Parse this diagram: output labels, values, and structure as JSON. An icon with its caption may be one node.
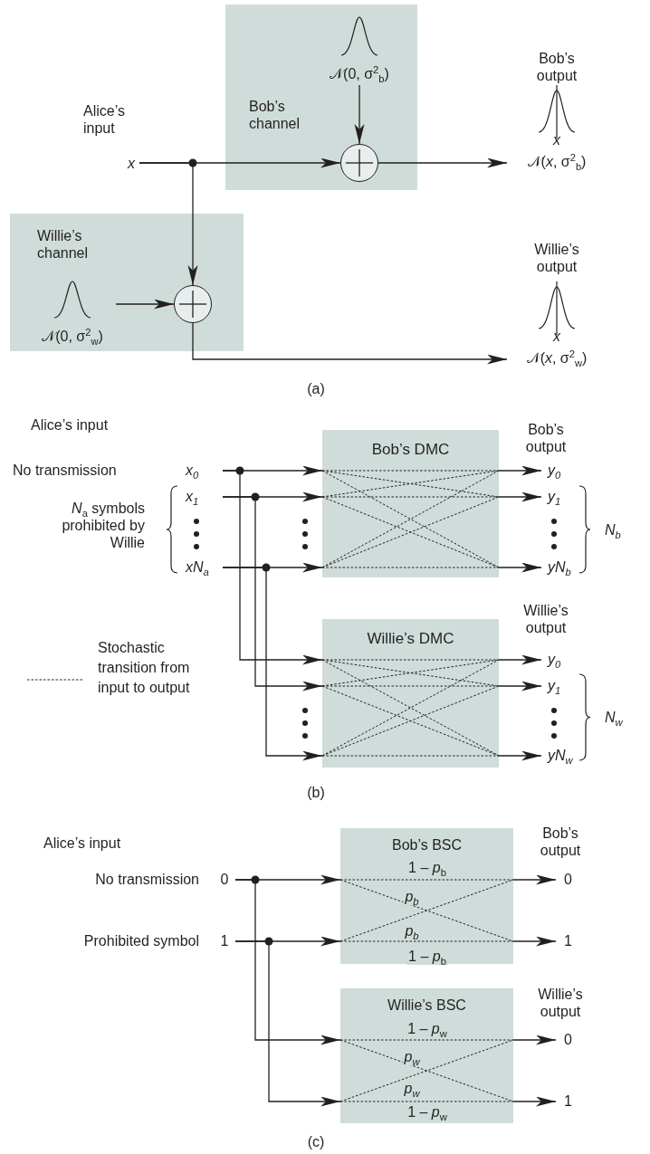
{
  "diagram": {
    "nodes": [
      {
        "text": [
          "Bob’s channel"
        ]
      },
      {
        "text": [
          "𝒩(0, σ$^{2}$$_{b}$)"
        ],
        "in": 0
      },
      {
        "text": [],
        "shape": "circle",
        "in": 0
      },
      {
        "text": [
          "x"
        ]
      },
      {
        "text": [
          "Bob’s output",
          "x",
          "𝒩(*x*, σ$^{2}$$_{b}$)"
        ]
      },
      {
        "text": [
          "Willie’s channel"
        ]
      },
      {
        "text": [
          "𝒩(0, σ$^{2}$$_{w}$)"
        ],
        "in": 5
      },
      {
        "text": [],
        "shape": "circle",
        "in": 5
      },
      {
        "text": [
          "Willie’s output",
          "x",
          "𝒩(*x*, σ$^{2}$$_{w}$)"
        ]
      },
      {
        "text": [
          "Bob’s DMC"
        ]
      },
      {
        "text": [
          "x$_{0}$"
        ]
      },
      {
        "text": [
          "x$_{1}$"
        ]
      },
      {
        "text": [
          "xN$_{a}$"
        ]
      },
      {
        "text": [
          "y$_{0}$"
        ]
      },
      {
        "text": [
          "y$_{1}$"
        ]
      },
      {
        "text": [
          "yN$_{b}$"
        ]
      },
      {
        "text": [
          "Willie’s DMC"
        ]
      },
      {
        "text": [
          "y$_{0}$"
        ]
      },
      {
        "text": [
          "y$_{1}$"
        ]
      },
      {
        "text": [
          "yN$_{w}$"
        ]
      },
      {
        "text": [
          "Bob’s BSC"
        ]
      },
      {
        "text": [
          "0"
        ],
        "beside": [
          "No transmission"
        ]
      },
      {
        "text": [
          "1"
        ],
        "beside": [
          "Prohibited symbol"
        ]
      },
      {
        "text": [
          "0"
        ]
      },
      {
        "text": [
          "1"
        ]
      },
      {
        "text": [
          "Willie’s BSC"
        ]
      },
      {
        "text": [
          "0"
        ]
      },
      {
        "text": [
          "1"
        ]
      }
    ],
    "edges": [
      {
        "from": 1,
        "to": 2,
        "arrow": "to"
      },
      {
        "from": 3,
        "to": 2,
        "arrow": "to"
      },
      {
        "from": 3,
        "to": 7,
        "arrow": "to"
      },
      {
        "from": 6,
        "to": 7,
        "arrow": "to"
      },
      {
        "from": 2,
        "to": 4,
        "arrow": "to"
      },
      {
        "from": 7,
        "to": 8,
        "arrow": "to"
      },
      {
        "from": 10,
        "to": 9,
        "arrow": "to"
      },
      {
        "from": 11,
        "to": 9,
        "arrow": "to"
      },
      {
        "from": 12,
        "to": 9,
        "arrow": "to"
      },
      {
        "from": 10,
        "to": 16,
        "arrow": "to"
      },
      {
        "from": 11,
        "to": 16,
        "arrow": "to"
      },
      {
        "from": 12,
        "to": 16,
        "arrow": "to"
      },
      {
        "from": 9,
        "to": 13,
        "arrow": "to"
      },
      {
        "from": 9,
        "to": 14,
        "arrow": "to"
      },
      {
        "from": 9,
        "to": 15,
        "arrow": "to"
      },
      {
        "from": 16,
        "to": 17,
        "arrow": "to"
      },
      {
        "from": 16,
        "to": 18,
        "arrow": "to"
      },
      {
        "from": 16,
        "to": 19,
        "arrow": "to"
      },
      {
        "from": 21,
        "to": 20,
        "arrow": "to"
      },
      {
        "from": 22,
        "to": 20,
        "arrow": "to"
      },
      {
        "from": 21,
        "to": 25,
        "arrow": "to"
      },
      {
        "from": 22,
        "to": 25,
        "arrow": "to"
      },
      {
        "from": 20,
        "to": 23,
        "arrow": "to"
      },
      {
        "from": 20,
        "to": 24,
        "arrow": "to"
      },
      {
        "from": 25,
        "to": 26,
        "arrow": "to"
      },
      {
        "from": 25,
        "to": 27,
        "arrow": "to"
      }
    ],
    "labels": [
      "Alice’s input",
      "(a)",
      "Alice’s input",
      "No transmission",
      "*N*$_{a}$ symbols prohibited by Willie",
      "Bob’s output",
      "N$_{b}$",
      "Willie’s output",
      "N$_{w}$",
      "(b)",
      "Alice’s input",
      "Bob’s output",
      "1 – *p*$_{b}$",
      "p$_{b}$",
      "p$_{b}$",
      "1 – *p*$_{b}$",
      "Willie’s output",
      "1 – *p*$_{w}$",
      "p$_{w}$",
      "p$_{w}$",
      "1 – *p*$_{w}$",
      "(c)"
    ],
    "legend": [
      {
        "text": "Stochastic transition from input to output"
      }
    ]
  }
}
